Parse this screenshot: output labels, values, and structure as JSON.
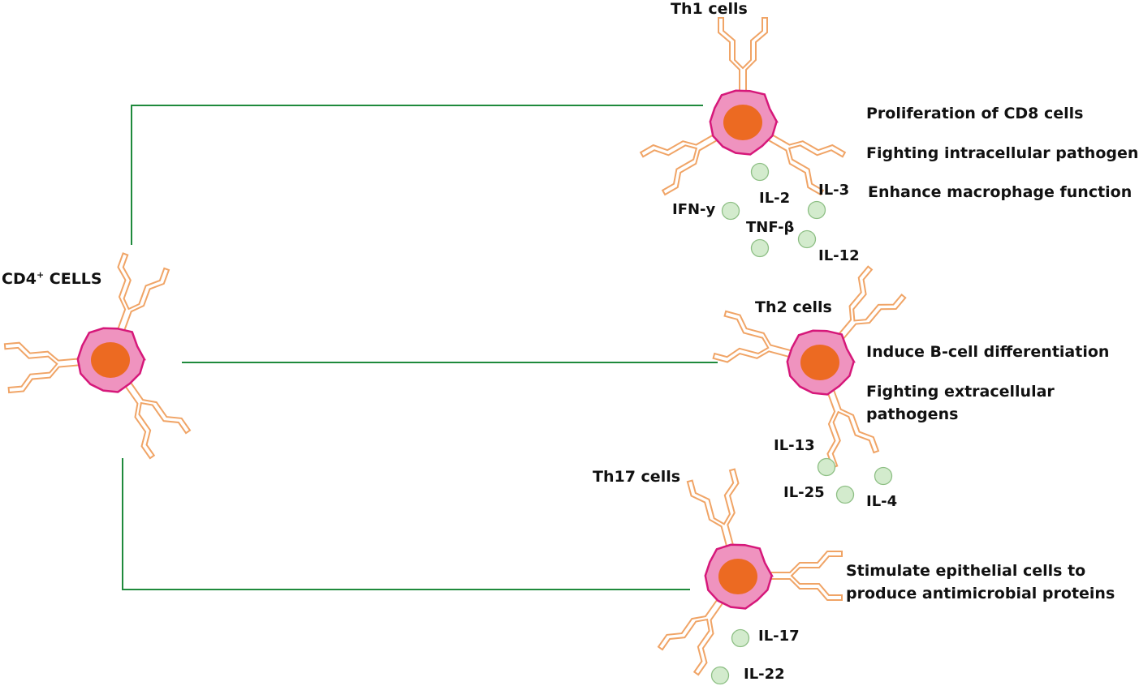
{
  "colors": {
    "connector": "#1f8a3c",
    "cell_membrane": "#d6187a",
    "cell_body": "#ef93bf",
    "nucleus": "#ec6a22",
    "receptor": "#f0a466",
    "cytokine_fill": "#d3ebcd",
    "cytokine_stroke": "#8dbf84",
    "text": "#111111"
  },
  "cd4": {
    "label": "CD4",
    "sup": "+",
    "label_rest": " CELLS"
  },
  "th1": {
    "title": "Th1 cells",
    "functions": [
      "Proliferation of CD8 cells",
      "Fighting intracellular pathogens",
      "Enhance macrophage function"
    ],
    "cytokines": [
      "IL-2",
      "IL-3",
      "IFN-y",
      "TNF-β",
      "IL-12"
    ]
  },
  "th2": {
    "title": "Th2 cells",
    "functions": [
      "Induce B-cell differentiation",
      "Fighting extracellular",
      "pathogens"
    ],
    "cytokines": [
      "IL-13",
      "IL-25",
      "IL-4"
    ]
  },
  "th17": {
    "title": "Th17 cells",
    "functions": [
      "Stimulate epithelial cells to",
      "produce antimicrobial proteins"
    ],
    "cytokines": [
      "IL-17",
      "IL-22"
    ]
  }
}
